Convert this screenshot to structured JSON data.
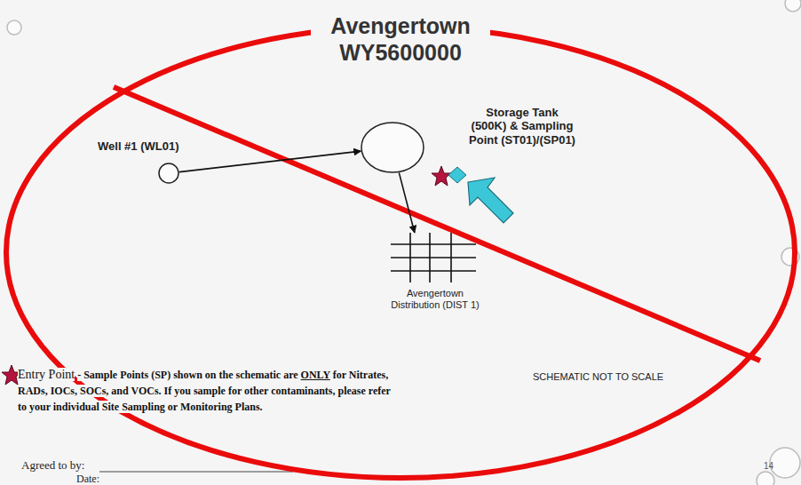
{
  "diagram": {
    "title": "Avengertown WY5600000",
    "nodes": [
      {
        "text": [
          "Well #1 (WL01)"
        ]
      },
      {
        "text": [
          "Storage Tank (500K) & Sampling Point (ST01)/(SP01)"
        ]
      },
      {
        "text": [
          "Avengertown Distribution (DIST 1)"
        ]
      }
    ],
    "edges": [
      {
        "from": 0,
        "to": 1,
        "arrow": "to"
      },
      {
        "from": 1,
        "to": 2,
        "arrow": "to"
      }
    ],
    "labels": [
      "Entry Point",
      "- Sample Points (SP) shown on the schematic are",
      "ONLY",
      "for Nitrates, RADs, IOCs, SOCs, and VOCs. If you sample for other contaminants, please refer to your individual Site Sampling or Monitoring Plans.",
      "SCHEMATIC NOT TO SCALE",
      "Agreed to by:",
      "Date:",
      "14"
    ]
  }
}
